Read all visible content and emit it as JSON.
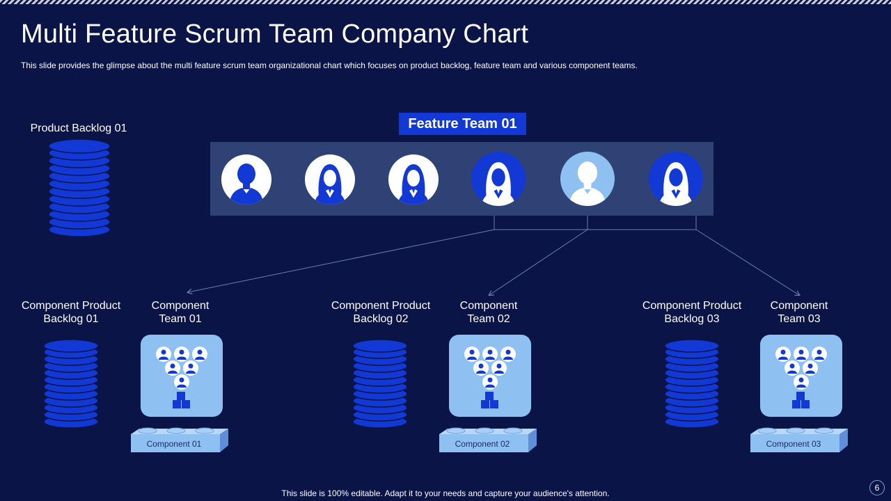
{
  "slide": {
    "title": "Multi Feature Scrum Team Company Chart",
    "subtitle": "This slide provides  the glimpse about the multi feature scrum team organizational chart which focuses on product backlog, feature team and various  component teams.",
    "footer": "This slide is 100% editable. Adapt it to your needs and capture your audience's attention.",
    "page_number": "6"
  },
  "product_backlog": {
    "label": "Product Backlog 01"
  },
  "feature_team": {
    "label": "Feature Team 01",
    "members": [
      {
        "icon": "male-avatar-icon",
        "style": "white"
      },
      {
        "icon": "female-avatar-icon",
        "style": "white"
      },
      {
        "icon": "female-avatar-icon",
        "style": "white"
      },
      {
        "icon": "female-avatar-icon",
        "style": "blue"
      },
      {
        "icon": "male-avatar-icon",
        "style": "light-blue"
      },
      {
        "icon": "female-avatar-icon",
        "style": "blue"
      }
    ]
  },
  "groups": [
    {
      "backlog_label": "Component Product Backlog 01",
      "team_label": "Component Team 01",
      "component_label": "Component  01"
    },
    {
      "backlog_label": "Component Product Backlog 02",
      "team_label": "Component Team 02",
      "component_label": "Component  02"
    },
    {
      "backlog_label": "Component Product Backlog 03",
      "team_label": "Component Team 03",
      "component_label": "Component  03"
    }
  ],
  "colors": {
    "background": "#0a1446",
    "accent_blue": "#1238d6",
    "panel": "#2e4275",
    "light_blue": "#8ec0f2"
  }
}
